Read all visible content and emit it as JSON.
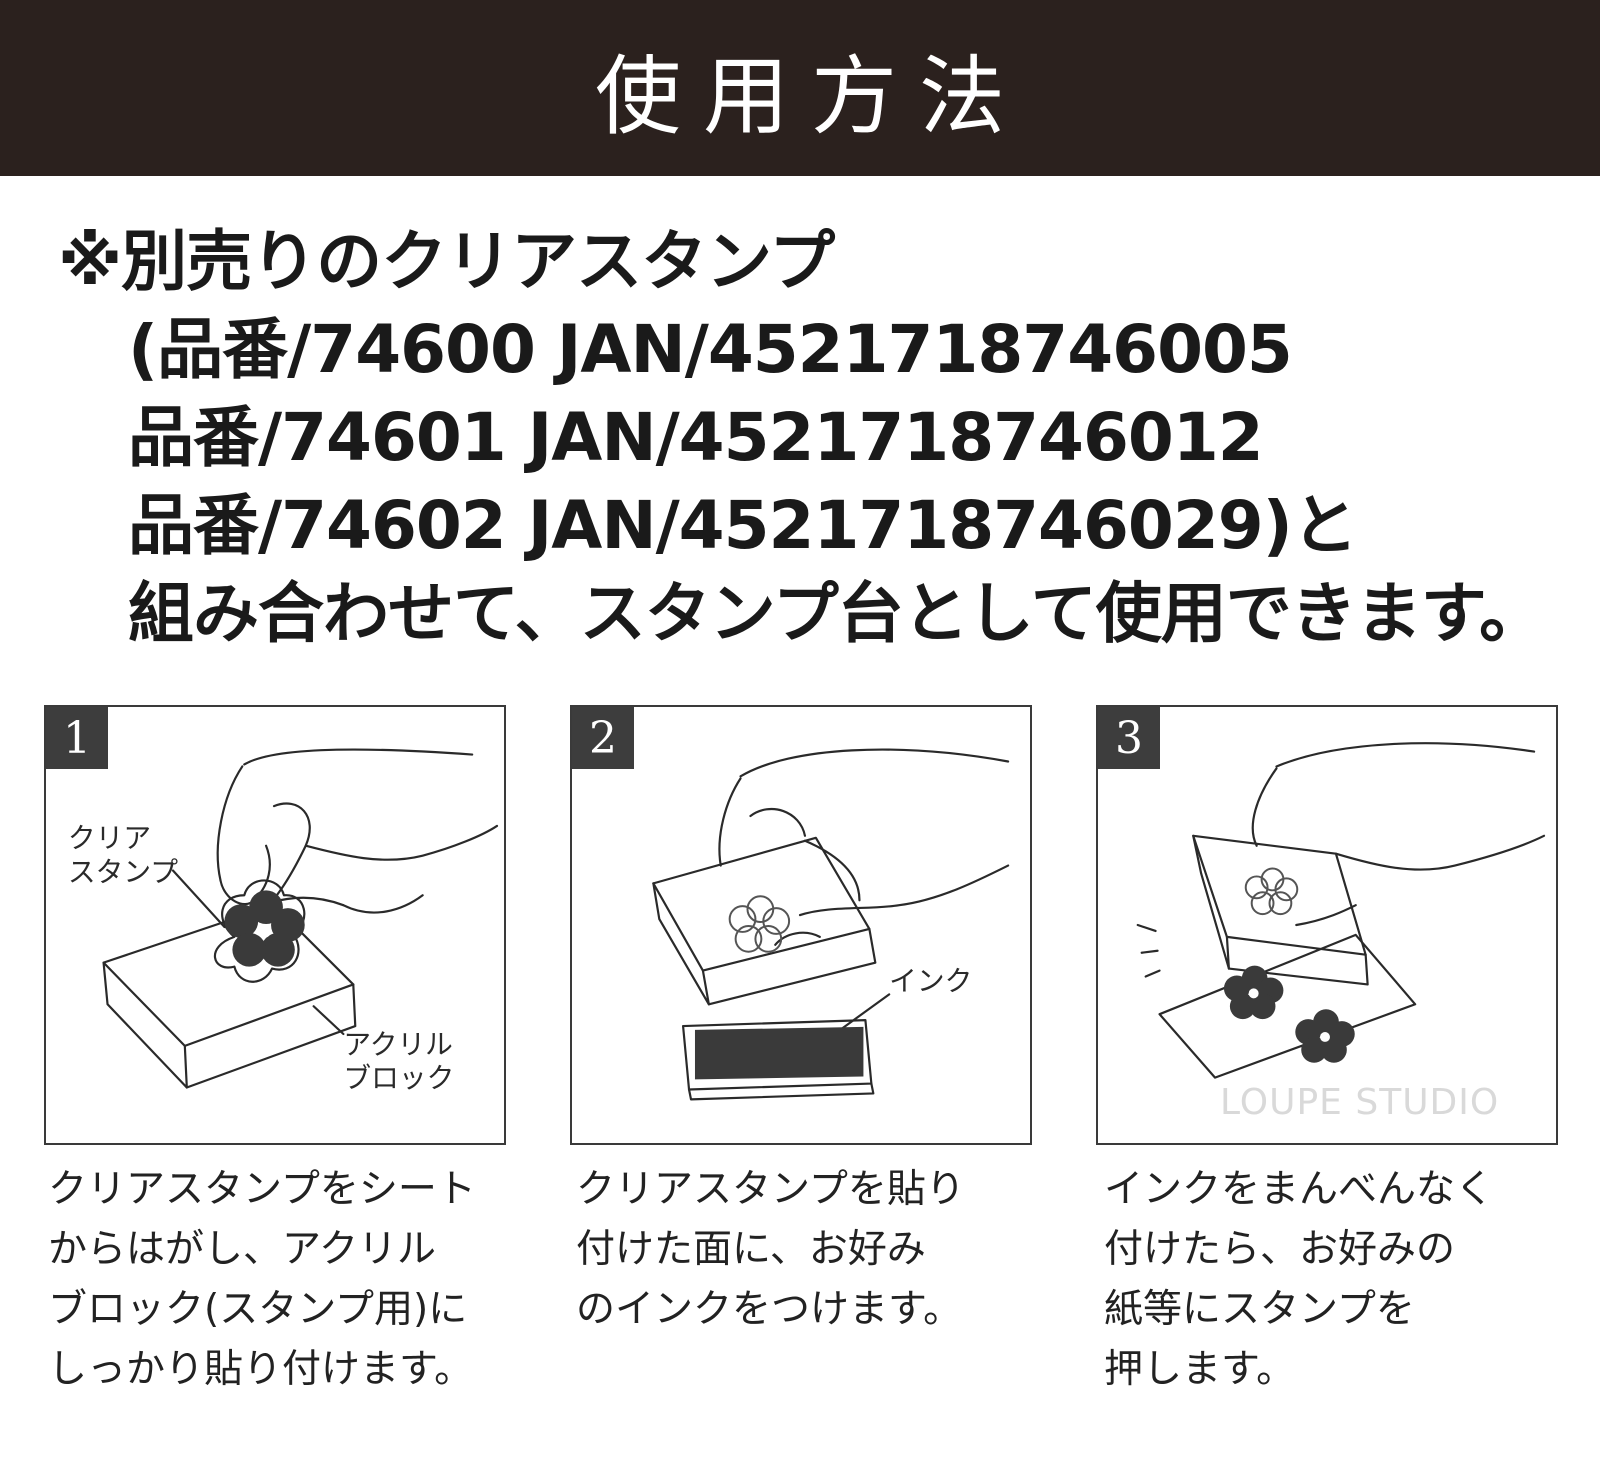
{
  "header": {
    "title": "使用方法"
  },
  "note": {
    "lines": [
      "※別売りのクリアスタンプ",
      "(品番/74600 JAN/4521718746005",
      "品番/74601 JAN/4521718746012",
      "品番/74602 JAN/4521718746029)と",
      "組み合わせて、スタンプ台として使用できます。"
    ]
  },
  "steps": [
    {
      "number": "1",
      "labels": [
        "クリア",
        "スタンプ",
        "アクリル",
        "ブロック"
      ],
      "caption": [
        "クリアスタンプをシート",
        "からはがし、アクリル",
        "ブロック(スタンプ用)に",
        "しっかり貼り付けます。"
      ]
    },
    {
      "number": "2",
      "labels": [
        "インク"
      ],
      "caption": [
        "クリアスタンプを貼り",
        "付けた面に、お好み",
        "のインクをつけます。"
      ]
    },
    {
      "number": "3",
      "labels": [],
      "caption": [
        "インクをまんべんなく",
        "付けたら、お好みの",
        "紙等にスタンプを",
        "押します。"
      ]
    }
  ],
  "watermark": "LOUPE STUDIO"
}
